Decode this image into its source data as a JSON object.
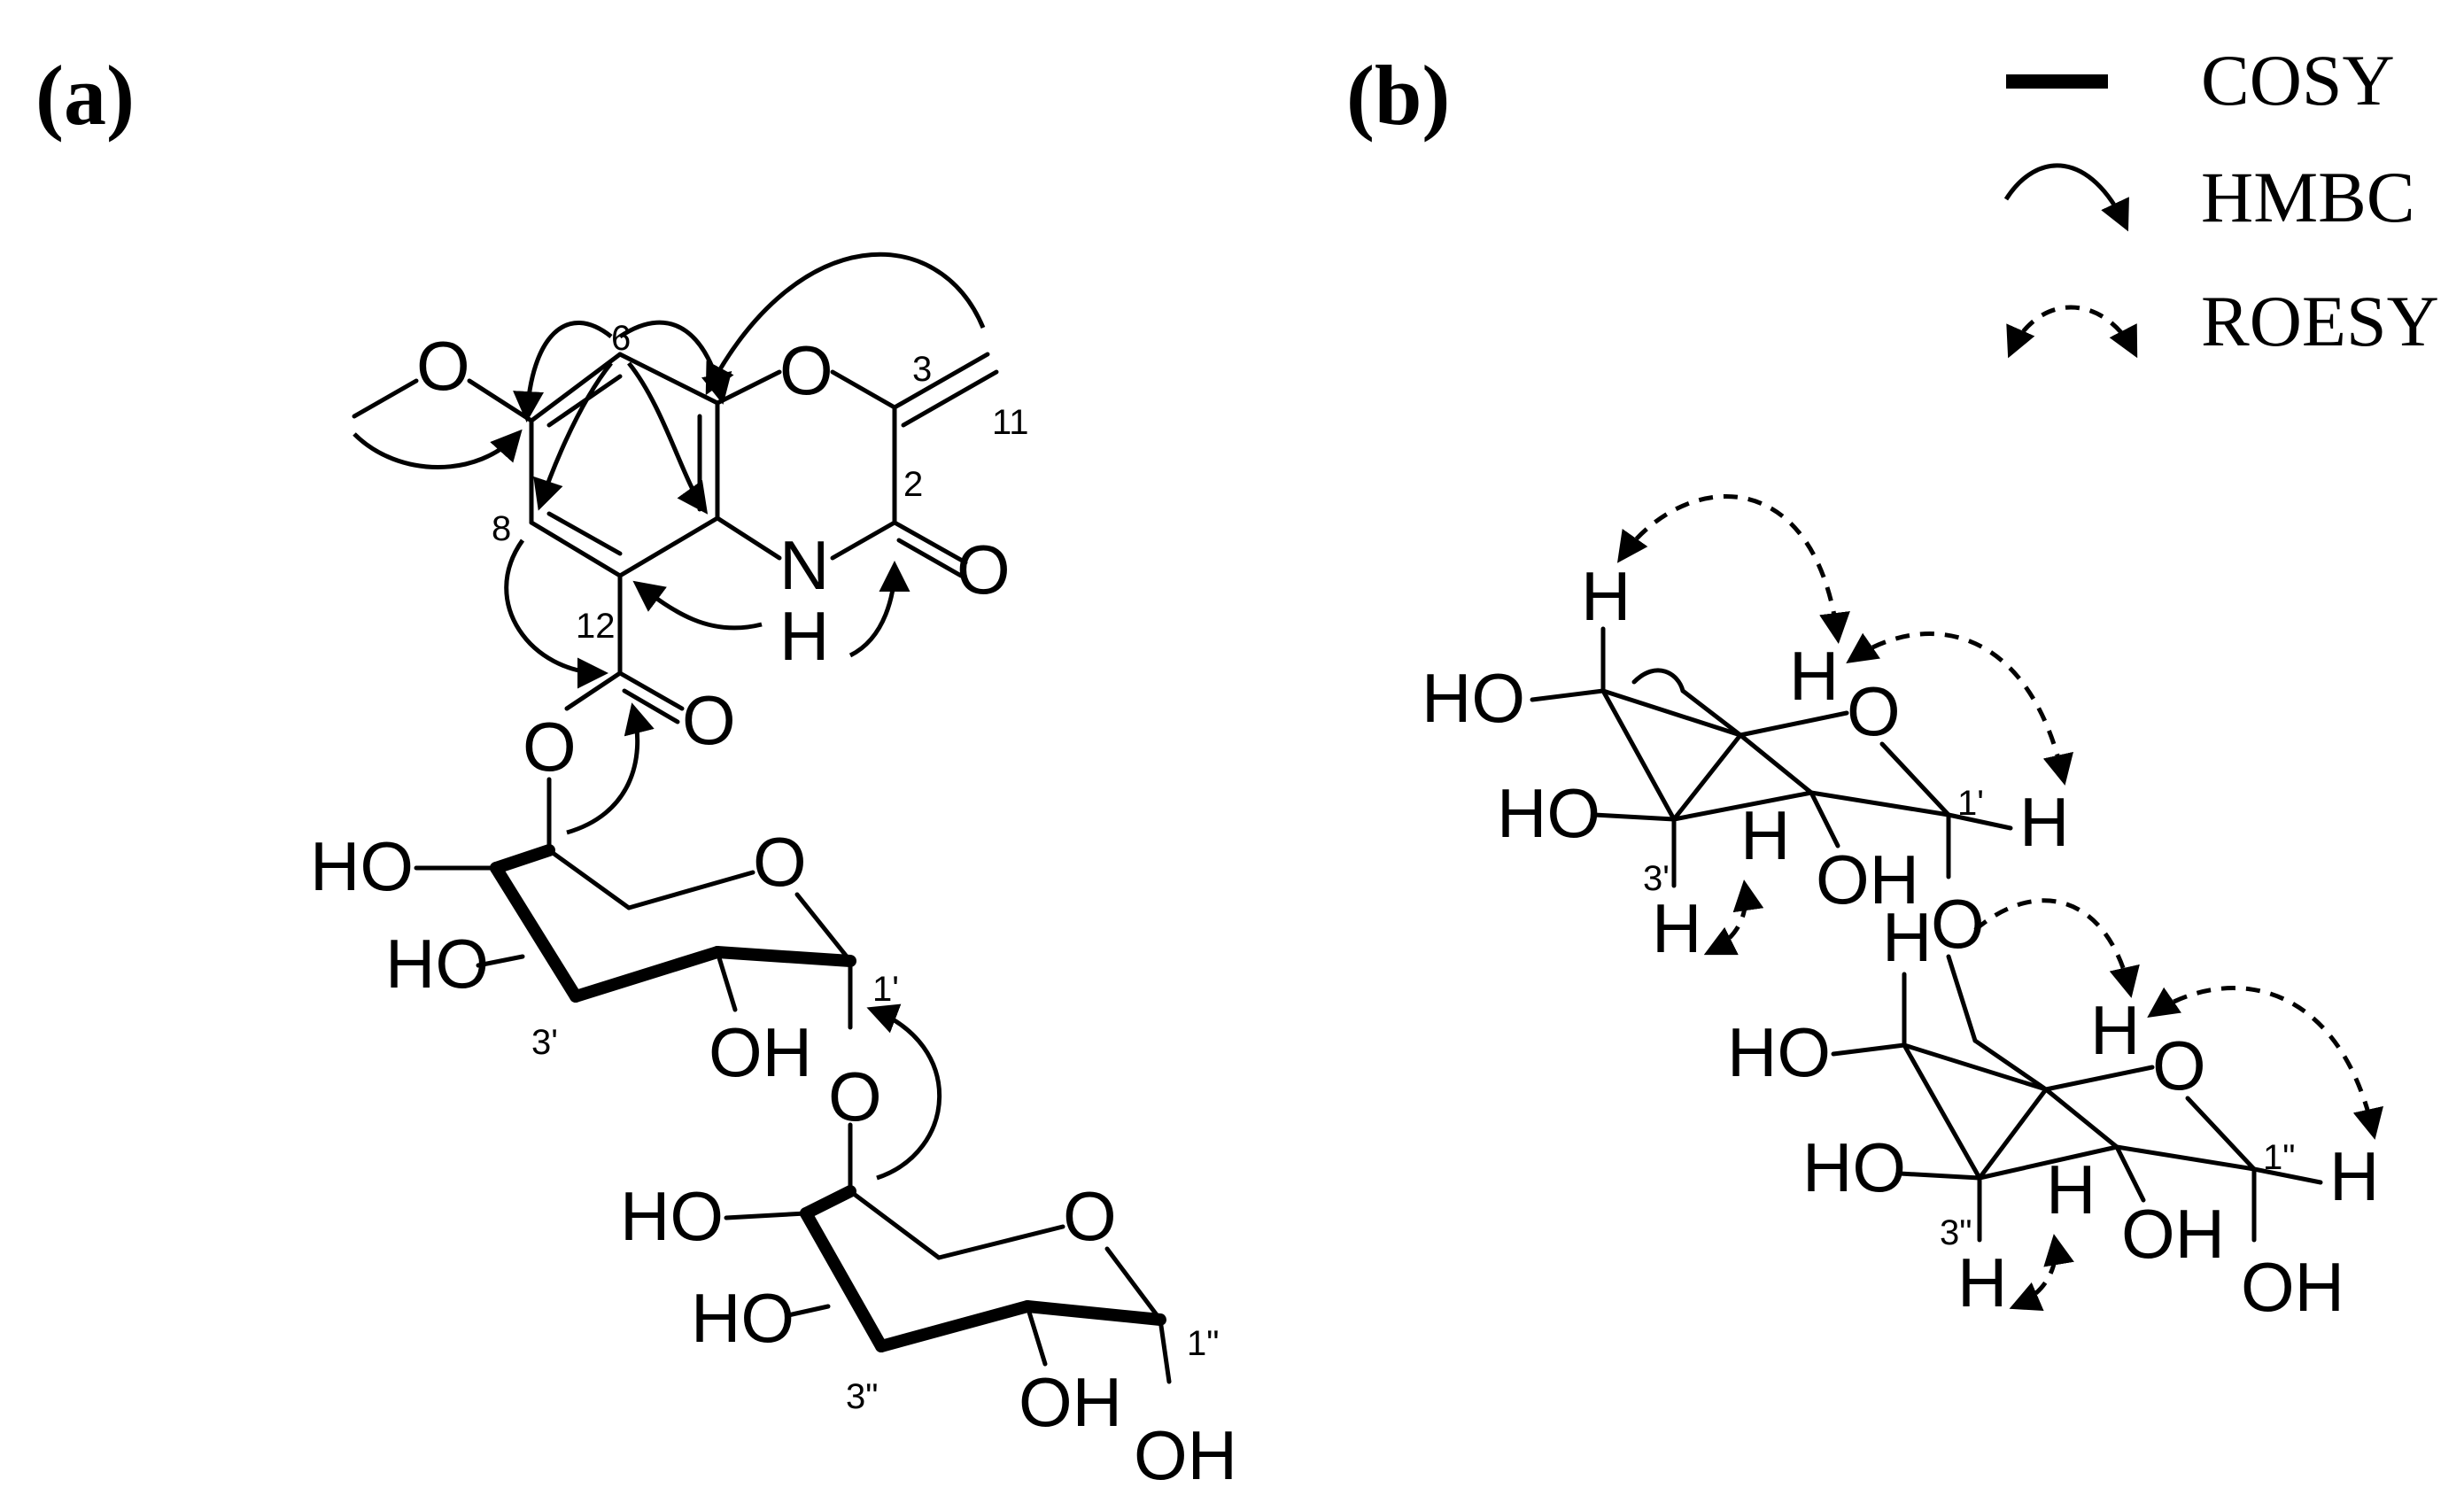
{
  "panels": {
    "a": {
      "label": "(a)"
    },
    "b": {
      "label": "(b)"
    }
  },
  "legend": {
    "cosy": "COSY",
    "hmbc": "HMBC",
    "roesy": "ROESY"
  },
  "atoms": {
    "O": "O",
    "N": "N",
    "H": "H",
    "HO": "HO",
    "OH": "OH"
  },
  "numbers": {
    "n2": "2",
    "n3": "3",
    "n6": "6",
    "n8": "8",
    "n11": "11",
    "n12": "12",
    "n1p": "1'",
    "n3p": "3'",
    "n1pp": "1\"",
    "n3pp": "3\""
  }
}
